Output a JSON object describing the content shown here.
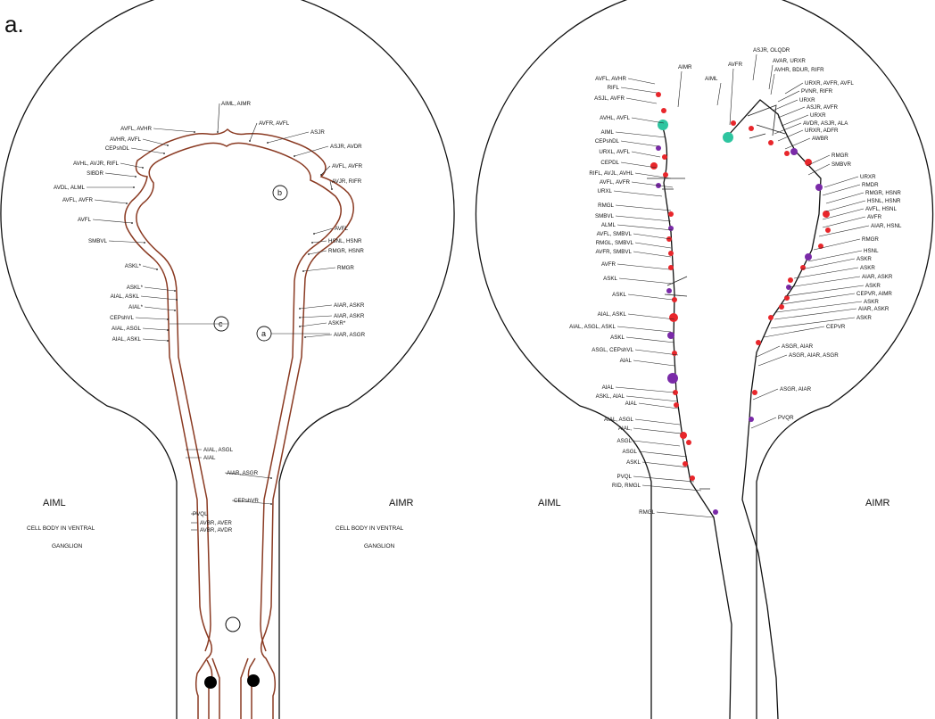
{
  "figure": {
    "panel_label": "a.",
    "left_panel": {
      "labels_left": [
        "AVFL, AVHR",
        "AVHR, AVFL",
        "CEPshDL",
        "AVHL, AVJR, RIFL",
        "SIBDR",
        "AVDL, ALML",
        "AVFL, AVFR",
        "AVFL",
        "SMBVL",
        "ASKL*",
        "ASKL*",
        "AIAL, ASKL",
        "AIAL*",
        "CEPshVL",
        "AIAL, ASGL",
        "AIAL, ASKL",
        "AIAL, ASGL",
        "AIAL",
        "PVQL",
        "AVBR, AVER",
        "AVBR, AVDR"
      ],
      "labels_right": [
        "AIML, AIMR",
        "AVFR, AVFL",
        "ASJR",
        "ASJR, AVDR",
        "AVFL, AVFR",
        "AVJR, RIFR",
        "AVFL",
        "HSNL, HSNR",
        "RMGR, HSNR",
        "RMGR",
        "AIAR, ASKR",
        "AIAR, ASKR",
        "ASKR*",
        "AIAR, ASGR",
        "AIAR, ASGR",
        "CEPshVR"
      ],
      "circle_labels": [
        "b",
        "c",
        "a"
      ],
      "cell_left": "AIML",
      "cell_right": "AIMR",
      "note_left": [
        "CELL BODY IN VENTRAL",
        "GANGLION"
      ],
      "note_right": [
        "CELL BODY IN VENTRAL",
        "GANGLION"
      ]
    },
    "right_panel": {
      "labels_left": [
        "AVFL, AVHR",
        "RIFL",
        "ASJL, AVFR",
        "AVHL, AVFL",
        "AIML",
        "CEPshDL",
        "URXL, AVFL",
        "CEPDL",
        "RIFL, AVJL, AVHL",
        "AVFL, AVFR",
        "URXL",
        "RMGL",
        "SMBVL",
        "ALML",
        "AVFL, SMBVL",
        "RMGL, SMBVL",
        "AVFR, SMBVL",
        "AVFR",
        "ASKL",
        "ASKL",
        "AIAL, ASKL",
        "AIAL, ASGL, ASKL",
        "ASKL",
        "ASGL, CEPshVL",
        "AIAL",
        "AIAL",
        "ASKL, AIAL",
        "AIAL",
        "AIAL, ASGL",
        "AIAL,",
        "ASGL",
        "ASGL",
        "ASKL",
        "PVQL",
        "RID, RMGL",
        "RMGL"
      ],
      "labels_top": [
        "AIMR",
        "AIML",
        "AVFR",
        "ASJR, OLQDR",
        "AVAR, URXR",
        "AVHR, BDUR, RIFR"
      ],
      "labels_right": [
        "URXR, AVFR, AVFL",
        "PVNR, RIFR",
        "URXR",
        "ASJR, AVFR",
        "URXR",
        "AVDR, ASJR, ALA",
        "URXR, ADFR",
        "AWBR",
        "RMGR",
        "SMBVR",
        "URXR",
        "RMDR",
        "RMGR, HSNR",
        "HSNL, HSNR",
        "AVFL, HSNL",
        "AVFR",
        "AIAR, HSNL",
        "RMGR",
        "HSNL",
        "ASKR",
        "ASKR",
        "AIAR, ASKR",
        "ASKR",
        "CEPVR, AIMR",
        "ASKR",
        "AIAR, ASKR",
        "ASKR",
        "CEPVR",
        "ASGR, AIAR",
        "ASGR, AIAR, ASGR",
        "ASGR, AIAR",
        "PVQR"
      ],
      "cell_left": "AIML",
      "cell_right": "AIMR"
    }
  },
  "colors": {
    "outline": "#111111",
    "neuron": "#8a3a22",
    "synapse_red": "#e8262b",
    "synapse_purple": "#7a2aa8",
    "soma_teal": "#2ec5a0",
    "cell_body": "#000000"
  }
}
